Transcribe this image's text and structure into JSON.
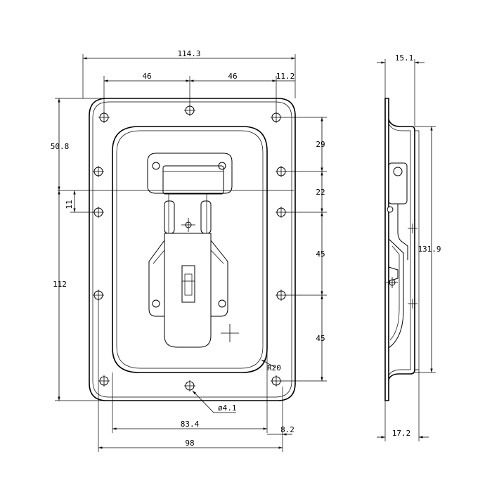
{
  "front_view": {
    "dimensions": {
      "overall_width": "114.3",
      "hole_pitch_left": "46",
      "hole_pitch_right": "46",
      "edge_to_hole": "11.2",
      "top_section_height": "50.8",
      "hole_offset": "11",
      "lower_section_height": "112",
      "right_spacing_1": "29",
      "right_spacing_2": "22",
      "right_spacing_3": "45",
      "right_spacing_4": "45",
      "inner_width": "83.4",
      "edge_gap": "8.2",
      "base_width": "98",
      "corner_radius": "R20",
      "hole_diameter": "ø4.1"
    }
  },
  "side_view": {
    "dimensions": {
      "top_depth": "15.1",
      "overall_height": "131.9",
      "bottom_depth": "17.2"
    }
  }
}
